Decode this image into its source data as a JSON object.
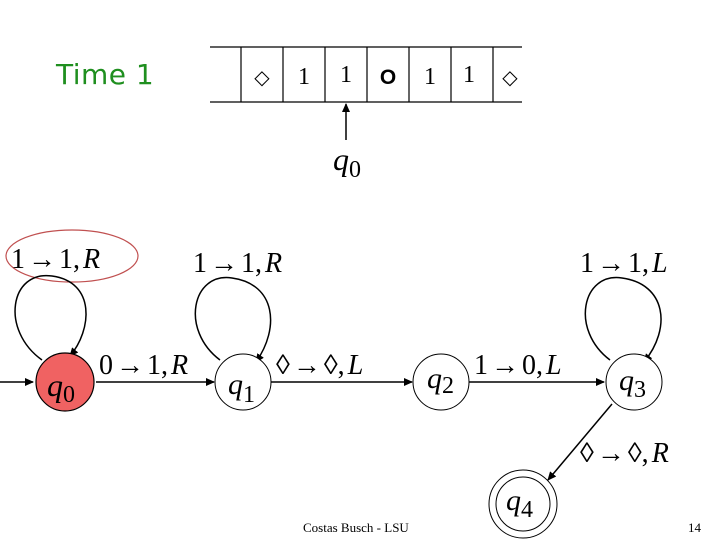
{
  "slide": {
    "title": "Time 1",
    "footer_author": "Costas Busch - LSU",
    "footer_page": "14"
  },
  "tape": {
    "cells": [
      "◇",
      "1",
      "1",
      "O",
      "1",
      "1",
      "◇"
    ],
    "head_state": "q",
    "head_state_sub": "0"
  },
  "states": [
    {
      "id": "q0",
      "name": "q",
      "sub": "0",
      "current": true,
      "accepting": false
    },
    {
      "id": "q1",
      "name": "q",
      "sub": "1",
      "current": false,
      "accepting": false
    },
    {
      "id": "q2",
      "name": "q",
      "sub": "2",
      "current": false,
      "accepting": false
    },
    {
      "id": "q3",
      "name": "q",
      "sub": "3",
      "current": false,
      "accepting": false
    },
    {
      "id": "q4",
      "name": "q",
      "sub": "4",
      "current": false,
      "accepting": true
    }
  ],
  "transitions": {
    "loop_q0": {
      "read": "1",
      "arrow": "→",
      "write": "1,",
      "move": "R",
      "highlighted": true
    },
    "loop_q1": {
      "read": "1",
      "arrow": "→",
      "write": "1,",
      "move": "R"
    },
    "loop_q3": {
      "read": "1",
      "arrow": "→",
      "write": "1,",
      "move": "L"
    },
    "q0_q1": {
      "read": "0",
      "arrow": "→",
      "write": "1,",
      "move": "R"
    },
    "q1_q2": {
      "read": "◊",
      "arrow": "→",
      "write": "◊,",
      "move": "L"
    },
    "q2_q3": {
      "read": "1",
      "arrow": "→",
      "write": "0,",
      "move": "L"
    },
    "q3_q4": {
      "read": "◊",
      "arrow": "→",
      "write": "◊,",
      "move": "R"
    }
  },
  "colors": {
    "title": "#1f8f1f",
    "current_state_fill": "#f06262",
    "highlight_ellipse": "#c05050"
  }
}
